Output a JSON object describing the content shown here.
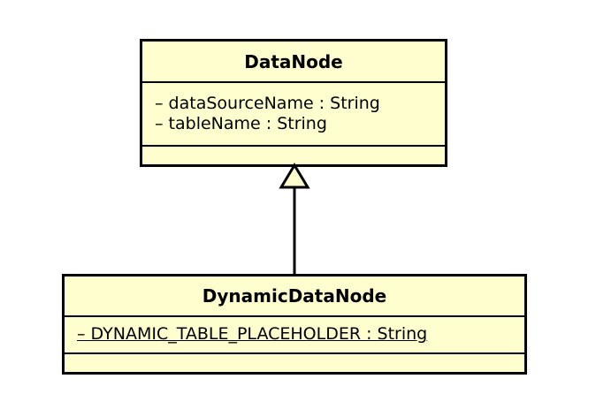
{
  "diagram": {
    "type": "uml-class-diagram",
    "background_color": "#FFFFFF",
    "class_fill_color": "#FEFECE",
    "class_border_color": "#000000",
    "classes": [
      {
        "id": "DataNode",
        "name": "DataNode",
        "stereotype": "",
        "attributes": [
          {
            "text": "– dataSourceName : String",
            "visibility": "private",
            "name": "dataSourceName",
            "datatype": "String",
            "static": false
          },
          {
            "text": "– tableName : String",
            "visibility": "private",
            "name": "tableName",
            "datatype": "String",
            "static": false
          }
        ],
        "operations": []
      },
      {
        "id": "DynamicDataNode",
        "name": "DynamicDataNode",
        "stereotype": "",
        "attributes": [
          {
            "text": "– DYNAMIC_TABLE_PLACEHOLDER : String",
            "visibility": "private",
            "name": "DYNAMIC_TABLE_PLACEHOLDER",
            "datatype": "String",
            "static": true
          }
        ],
        "operations": []
      }
    ],
    "relationships": [
      {
        "type": "generalization",
        "source": "DynamicDataNode",
        "target": "DataNode",
        "arrow": "hollow-triangle",
        "line": "solid"
      }
    ]
  }
}
